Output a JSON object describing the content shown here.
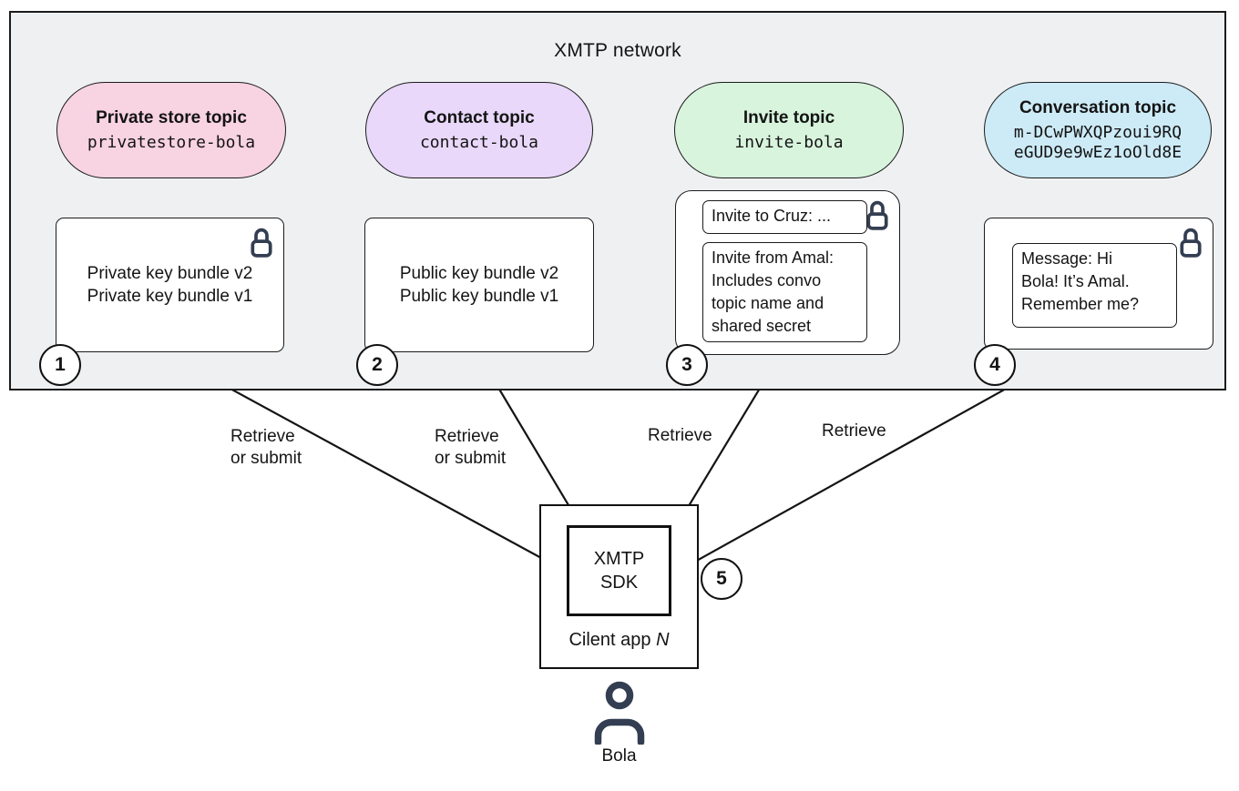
{
  "diagram": {
    "title": "XMTP network",
    "colors": {
      "panel_bg": "#eef0f2",
      "line": "#141414",
      "icon_dark": "#333e52",
      "pill_pink": "#f8d3e2",
      "pill_purple": "#e9d8fa",
      "pill_green": "#d8f4dd",
      "pill_blue": "#cdebf7"
    },
    "pills": [
      {
        "title": "Private store topic",
        "name": "privatestore-bola"
      },
      {
        "title": "Contact topic",
        "name": "contact-bola"
      },
      {
        "title": "Invite topic",
        "name": "invite-bola"
      },
      {
        "title": "Conversation topic",
        "name": "m-DCwPWXQPzoui9RQ\neGUD9e9wEz1oOld8E"
      }
    ],
    "notes": {
      "private_store": "Private key bundle v2\nPrivate key bundle v1",
      "contact": "Public key bundle v2\nPublic key bundle v1",
      "invite_out": "Invite to Cruz: ...",
      "invite_in": "Invite from Amal:\nIncludes convo\ntopic name and\nshared secret",
      "message": "Message: Hi\nBola! It’s Amal.\nRemember me?"
    },
    "steps": [
      "1",
      "2",
      "3",
      "4",
      "5"
    ],
    "arrow_labels": {
      "private_store": "Retrieve\nor submit",
      "contact": "Retrieve\nor submit",
      "invite": "Retrieve",
      "conversation": "Retrieve"
    },
    "client": {
      "sdk": "XMTP\nSDK",
      "app_prefix": "Cilent app",
      "app_var": "N"
    },
    "user": {
      "name": "Bola"
    }
  }
}
